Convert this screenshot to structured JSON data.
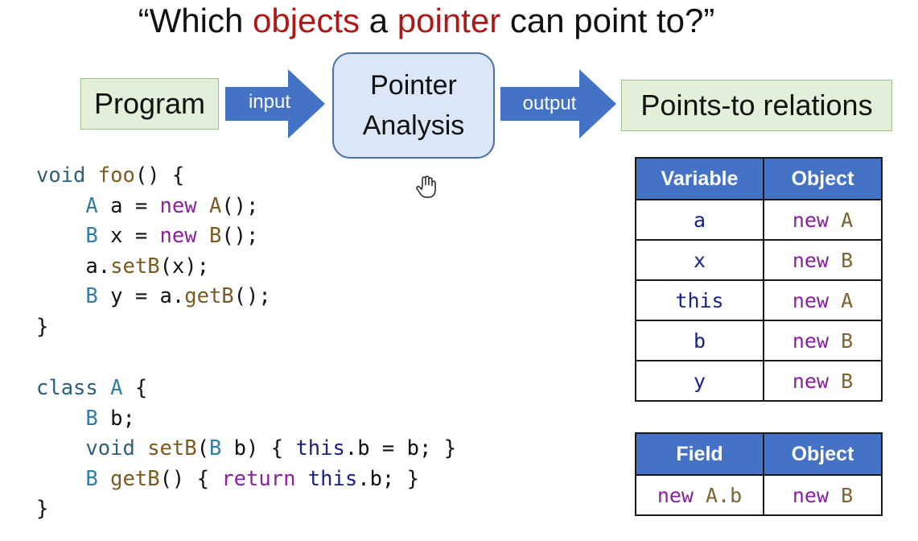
{
  "title": {
    "open_quote": "“Which ",
    "highlight1": "objects",
    "middle1": " a ",
    "highlight2": "pointer",
    "end": " can point to?”"
  },
  "flow": {
    "program": "Program",
    "input": "input",
    "pa_line1": "Pointer",
    "pa_line2": "Analysis",
    "output": "output",
    "points_to": "Points-to relations"
  },
  "code": {
    "foo": [
      {
        "kw": "void ",
        "m": "foo",
        "rest": "() {"
      },
      {
        "ind": "    ",
        "ty": "A",
        "rest1": " a = ",
        "nw": "new ",
        "ty2": "A",
        "rest2": "();"
      },
      {
        "ind": "    ",
        "ty": "B",
        "rest1": " x = ",
        "nw": "new ",
        "ty2": "B",
        "rest2": "();"
      },
      {
        "ind": "    ",
        "pre": "a.",
        "m": "setB",
        "rest": "(x);"
      },
      {
        "ind": "    ",
        "ty": "B",
        "rest1": " y = a.",
        "m": "getB",
        "rest2": "();"
      },
      {
        "rest": "}"
      }
    ],
    "classA": [
      {
        "kw": "class ",
        "ty": "A",
        "rest": " {"
      },
      {
        "ind": "    ",
        "ty": "B",
        "rest": " b;"
      },
      {
        "ind": "    ",
        "kw": "void ",
        "m": "setB",
        "p1": "(",
        "ty": "B",
        "p2": " b) { ",
        "th": "this",
        "p3": ".b = b; }"
      },
      {
        "ind": "    ",
        "ty": "B",
        "sp": " ",
        "m": "getB",
        "p1": "() { ",
        "nw": "return ",
        "th": "this",
        "p2": ".b; }"
      },
      {
        "rest": "}"
      }
    ]
  },
  "var_table": {
    "headers": [
      "Variable",
      "Object"
    ],
    "rows": [
      {
        "var": "a",
        "new": "new",
        "cls": "A"
      },
      {
        "var": "x",
        "new": "new",
        "cls": "B"
      },
      {
        "var": "this",
        "new": "new",
        "cls": "A"
      },
      {
        "var": "b",
        "new": "new",
        "cls": "B"
      },
      {
        "var": "y",
        "new": "new",
        "cls": "B"
      }
    ]
  },
  "field_table": {
    "headers": [
      "Field",
      "Object"
    ],
    "rows": [
      {
        "field_new": "new",
        "field_rest": " A.b",
        "new": "new",
        "cls": "B"
      }
    ]
  },
  "colors": {
    "accent_blue": "#4472c4",
    "title_highlight": "#b01818",
    "box_green": "#e3efd8",
    "box_blue": "#dbe7f6"
  }
}
